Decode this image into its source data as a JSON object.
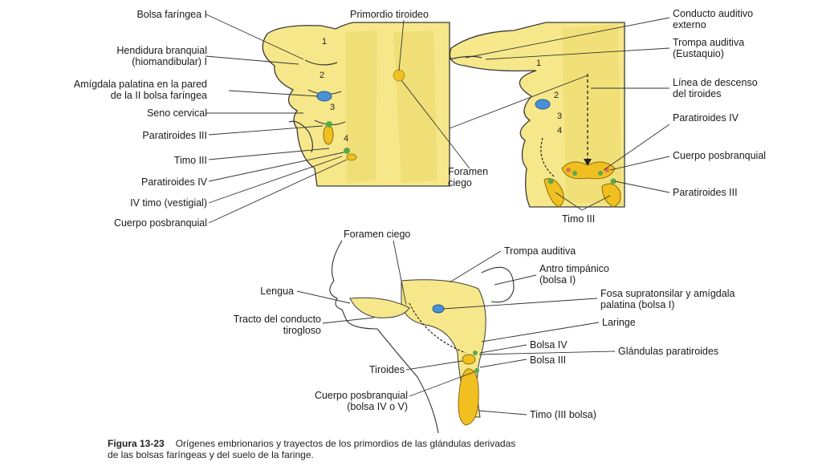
{
  "labels_left_top": {
    "bolsa_faringea_1": "Bolsa faríngea I",
    "hendidura": "Hendidura branquial\n(hiomandibular) I",
    "amigdala": "Amígdala palatina en la pared\nde la II bolsa faríngea",
    "seno_cervical": "Seno cervical",
    "paratiroides_3": "Paratiroides III",
    "timo_3": "Timo III",
    "paratiroides_4": "Paratiroides IV",
    "timo_vestigial": "IV timo (vestigial)",
    "cuerpo_posbranquial": "Cuerpo posbranquial",
    "primordio_tiroideo": "Primordio tiroideo",
    "foramen_ciego": "Foramen\nciego"
  },
  "labels_right_top": {
    "conducto_auditivo": "Conducto auditivo\nexterno",
    "trompa_auditiva": "Trompa auditiva\n(Eustaquio)",
    "linea_descenso": "Línea de descenso\ndel tiroides",
    "paratiroides_4": "Paratiroides IV",
    "cuerpo_posbranquial": "Cuerpo posbranquial",
    "paratiroides_3": "Paratiroides III",
    "timo_3": "Timo III"
  },
  "labels_bottom": {
    "foramen_ciego": "Foramen ciego",
    "trompa_auditiva": "Trompa auditiva",
    "antro": "Antro timpánico\n(bolsa I)",
    "fosa": "Fosa supratonsilar y amígdala\npalatina (bolsa I)",
    "laringe": "Laringe",
    "bolsa_4": "Bolsa IV",
    "glandulas": "Glándulas paratiroides",
    "bolsa_3": "Bolsa III",
    "lengua": "Lengua",
    "tracto": "Tracto del conducto\ntirogloso",
    "tiroides": "Tiroides",
    "cuerpo_posbranquial": "Cuerpo posbranquial\n(bolsa IV o V)",
    "timo": "Timo (III bolsa)"
  },
  "pouch_numbers_left": [
    "1",
    "2",
    "3",
    "4"
  ],
  "pouch_numbers_right": [
    "1",
    "2",
    "3",
    "4"
  ],
  "caption": {
    "figure": "Figura 13-23",
    "text": "Orígenes embrionarios y trayectos de los primordios de las glándulas derivadas\nde las bolsas faríngeas y del suelo de la faringe."
  },
  "colors": {
    "tissue": "#f6e88a",
    "tissue_dark": "#e9d25a",
    "outline": "#3a3a3a",
    "thymus": "#f0c020",
    "tonsil": "#4a90d9",
    "parathyroid": "#5aa84a",
    "postbranchial": "#e07050"
  }
}
